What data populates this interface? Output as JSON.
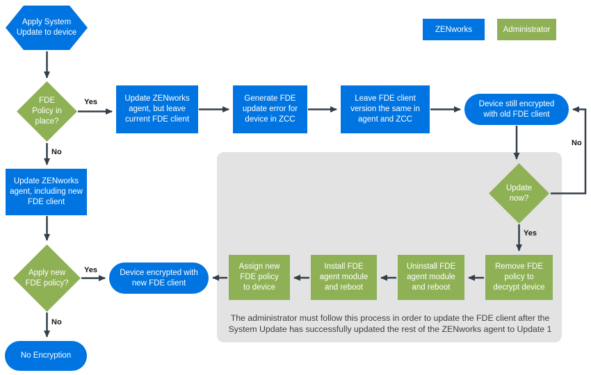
{
  "palette": {
    "blue": "#0075E1",
    "green": "#8FB155",
    "arrow": "#333E48",
    "panel": "#E3E3E3",
    "label": "#141414",
    "note_text": "#3D3D3D"
  },
  "legend": {
    "zenworks": "ZENworks",
    "administrator": "Administrator"
  },
  "nodes": {
    "apply_system_update": {
      "label": "Apply System Update to device",
      "shape": "hexagon",
      "actor": "zenworks"
    },
    "fde_policy_in_place": {
      "label": "FDE Policy in place?",
      "shape": "decision",
      "actor": "administrator"
    },
    "update_agent_keep_fde": {
      "label": "Update ZENworks agent, but leave current FDE client",
      "shape": "process",
      "actor": "zenworks"
    },
    "generate_fde_error": {
      "label": "Generate FDE update error for device in ZCC",
      "shape": "process",
      "actor": "zenworks"
    },
    "leave_fde_version": {
      "label": "Leave FDE client version the same in agent and ZCC",
      "shape": "process",
      "actor": "zenworks"
    },
    "device_still_encrypted": {
      "label": "Device still encrypted with old FDE client",
      "shape": "terminator",
      "actor": "zenworks"
    },
    "update_now": {
      "label": "Update now?",
      "shape": "decision",
      "actor": "administrator"
    },
    "remove_fde_policy": {
      "label": "Remove FDE policy to decrypt device",
      "shape": "process",
      "actor": "administrator"
    },
    "uninstall_fde_agent": {
      "label": "Uninstall FDE agent module and reboot",
      "shape": "process",
      "actor": "administrator"
    },
    "install_fde_agent": {
      "label": "Install FDE agent module and reboot",
      "shape": "process",
      "actor": "administrator"
    },
    "assign_new_fde_policy": {
      "label": "Assign new FDE policy to device",
      "shape": "process",
      "actor": "administrator"
    },
    "device_encrypted_new": {
      "label": "Device encrypted with new FDE client",
      "shape": "terminator",
      "actor": "zenworks"
    },
    "apply_new_fde_policy": {
      "label": "Apply new FDE policy?",
      "shape": "decision",
      "actor": "administrator"
    },
    "update_agent_new_fde": {
      "label": "Update ZENworks agent, including new FDE client",
      "shape": "process",
      "actor": "zenworks"
    },
    "no_encryption": {
      "label": "No Encryption",
      "shape": "terminator",
      "actor": "zenworks"
    }
  },
  "edge_labels": {
    "policy_yes": "Yes",
    "policy_no": "No",
    "update_now_no": "No",
    "update_now_yes": "Yes",
    "apply_new_yes": "Yes",
    "apply_new_no": "No"
  },
  "note": "The administrator must follow this process in order to update the FDE client after the System Update has successfully updated the rest of the ZENworks agent to Update 1"
}
